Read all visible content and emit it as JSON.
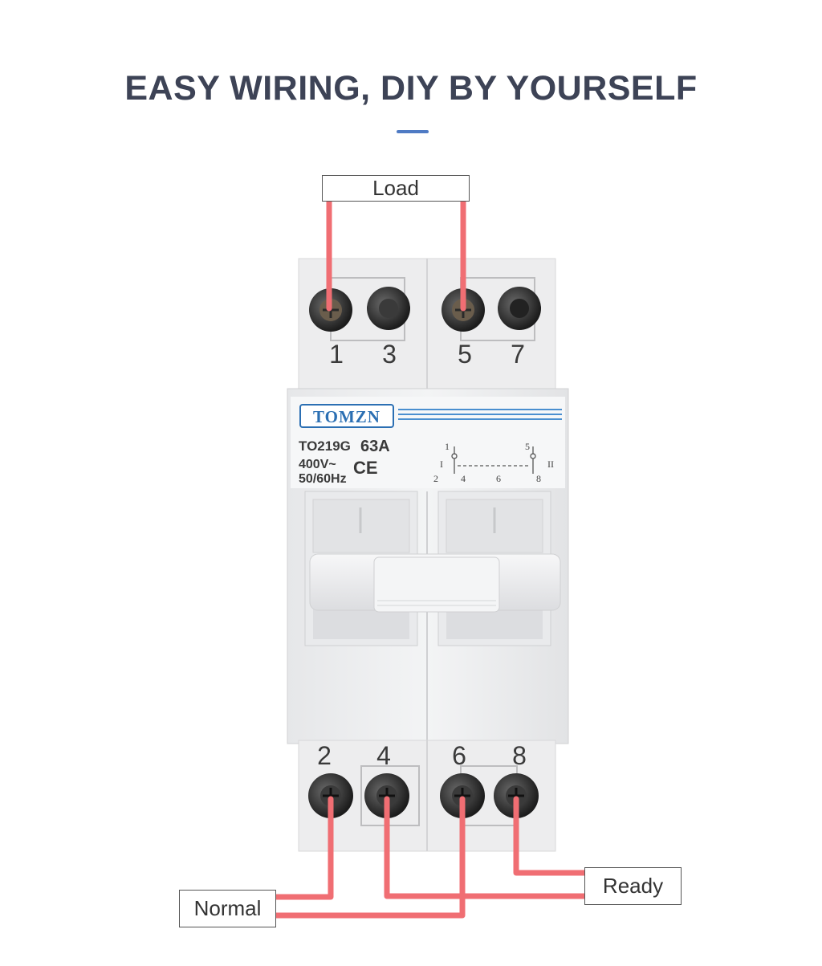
{
  "title": "EASY WIRING, DIY BY YOURSELF",
  "labels": {
    "load": "Load",
    "normal": "Normal",
    "ready": "Ready"
  },
  "terminals": {
    "top": [
      "1",
      "3",
      "5",
      "7"
    ],
    "bottom": [
      "2",
      "4",
      "6",
      "8"
    ]
  },
  "device": {
    "brand": "TOMZN",
    "model": "TO219G",
    "rating": "63A",
    "voltage": "400V~",
    "frequency": "50/60Hz",
    "ce_mark": "CE",
    "schematic": {
      "top_numbers": [
        "1",
        "5"
      ],
      "bottom_numbers": [
        "2",
        "4",
        "6",
        "8"
      ],
      "pos_left": "I",
      "pos_right": "II"
    }
  },
  "colors": {
    "title": "#3d4356",
    "accent": "#4f7bc4",
    "wire": "#f06e73",
    "brand": "#2b6fb3"
  }
}
